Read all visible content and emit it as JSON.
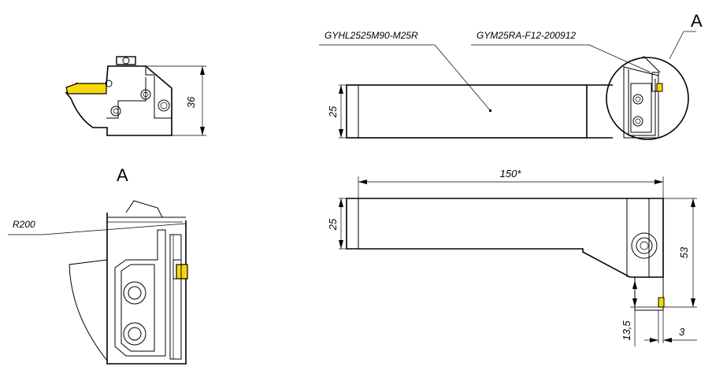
{
  "labels": {
    "holder_code": "GYHL2525M90-M25R",
    "insert_code": "GYM25RA-F12-200912",
    "detail_ref_top": "A",
    "detail_ref_left": "A",
    "radius": "R200"
  },
  "dimensions": {
    "side_height": "36",
    "top_shank": "25",
    "bottom_shank": "25",
    "length": "150*",
    "head_height": "53",
    "depth": "13,5",
    "width": "3"
  },
  "colors": {
    "insert": "#f5d90a",
    "line": "#000000",
    "background": "#ffffff"
  }
}
